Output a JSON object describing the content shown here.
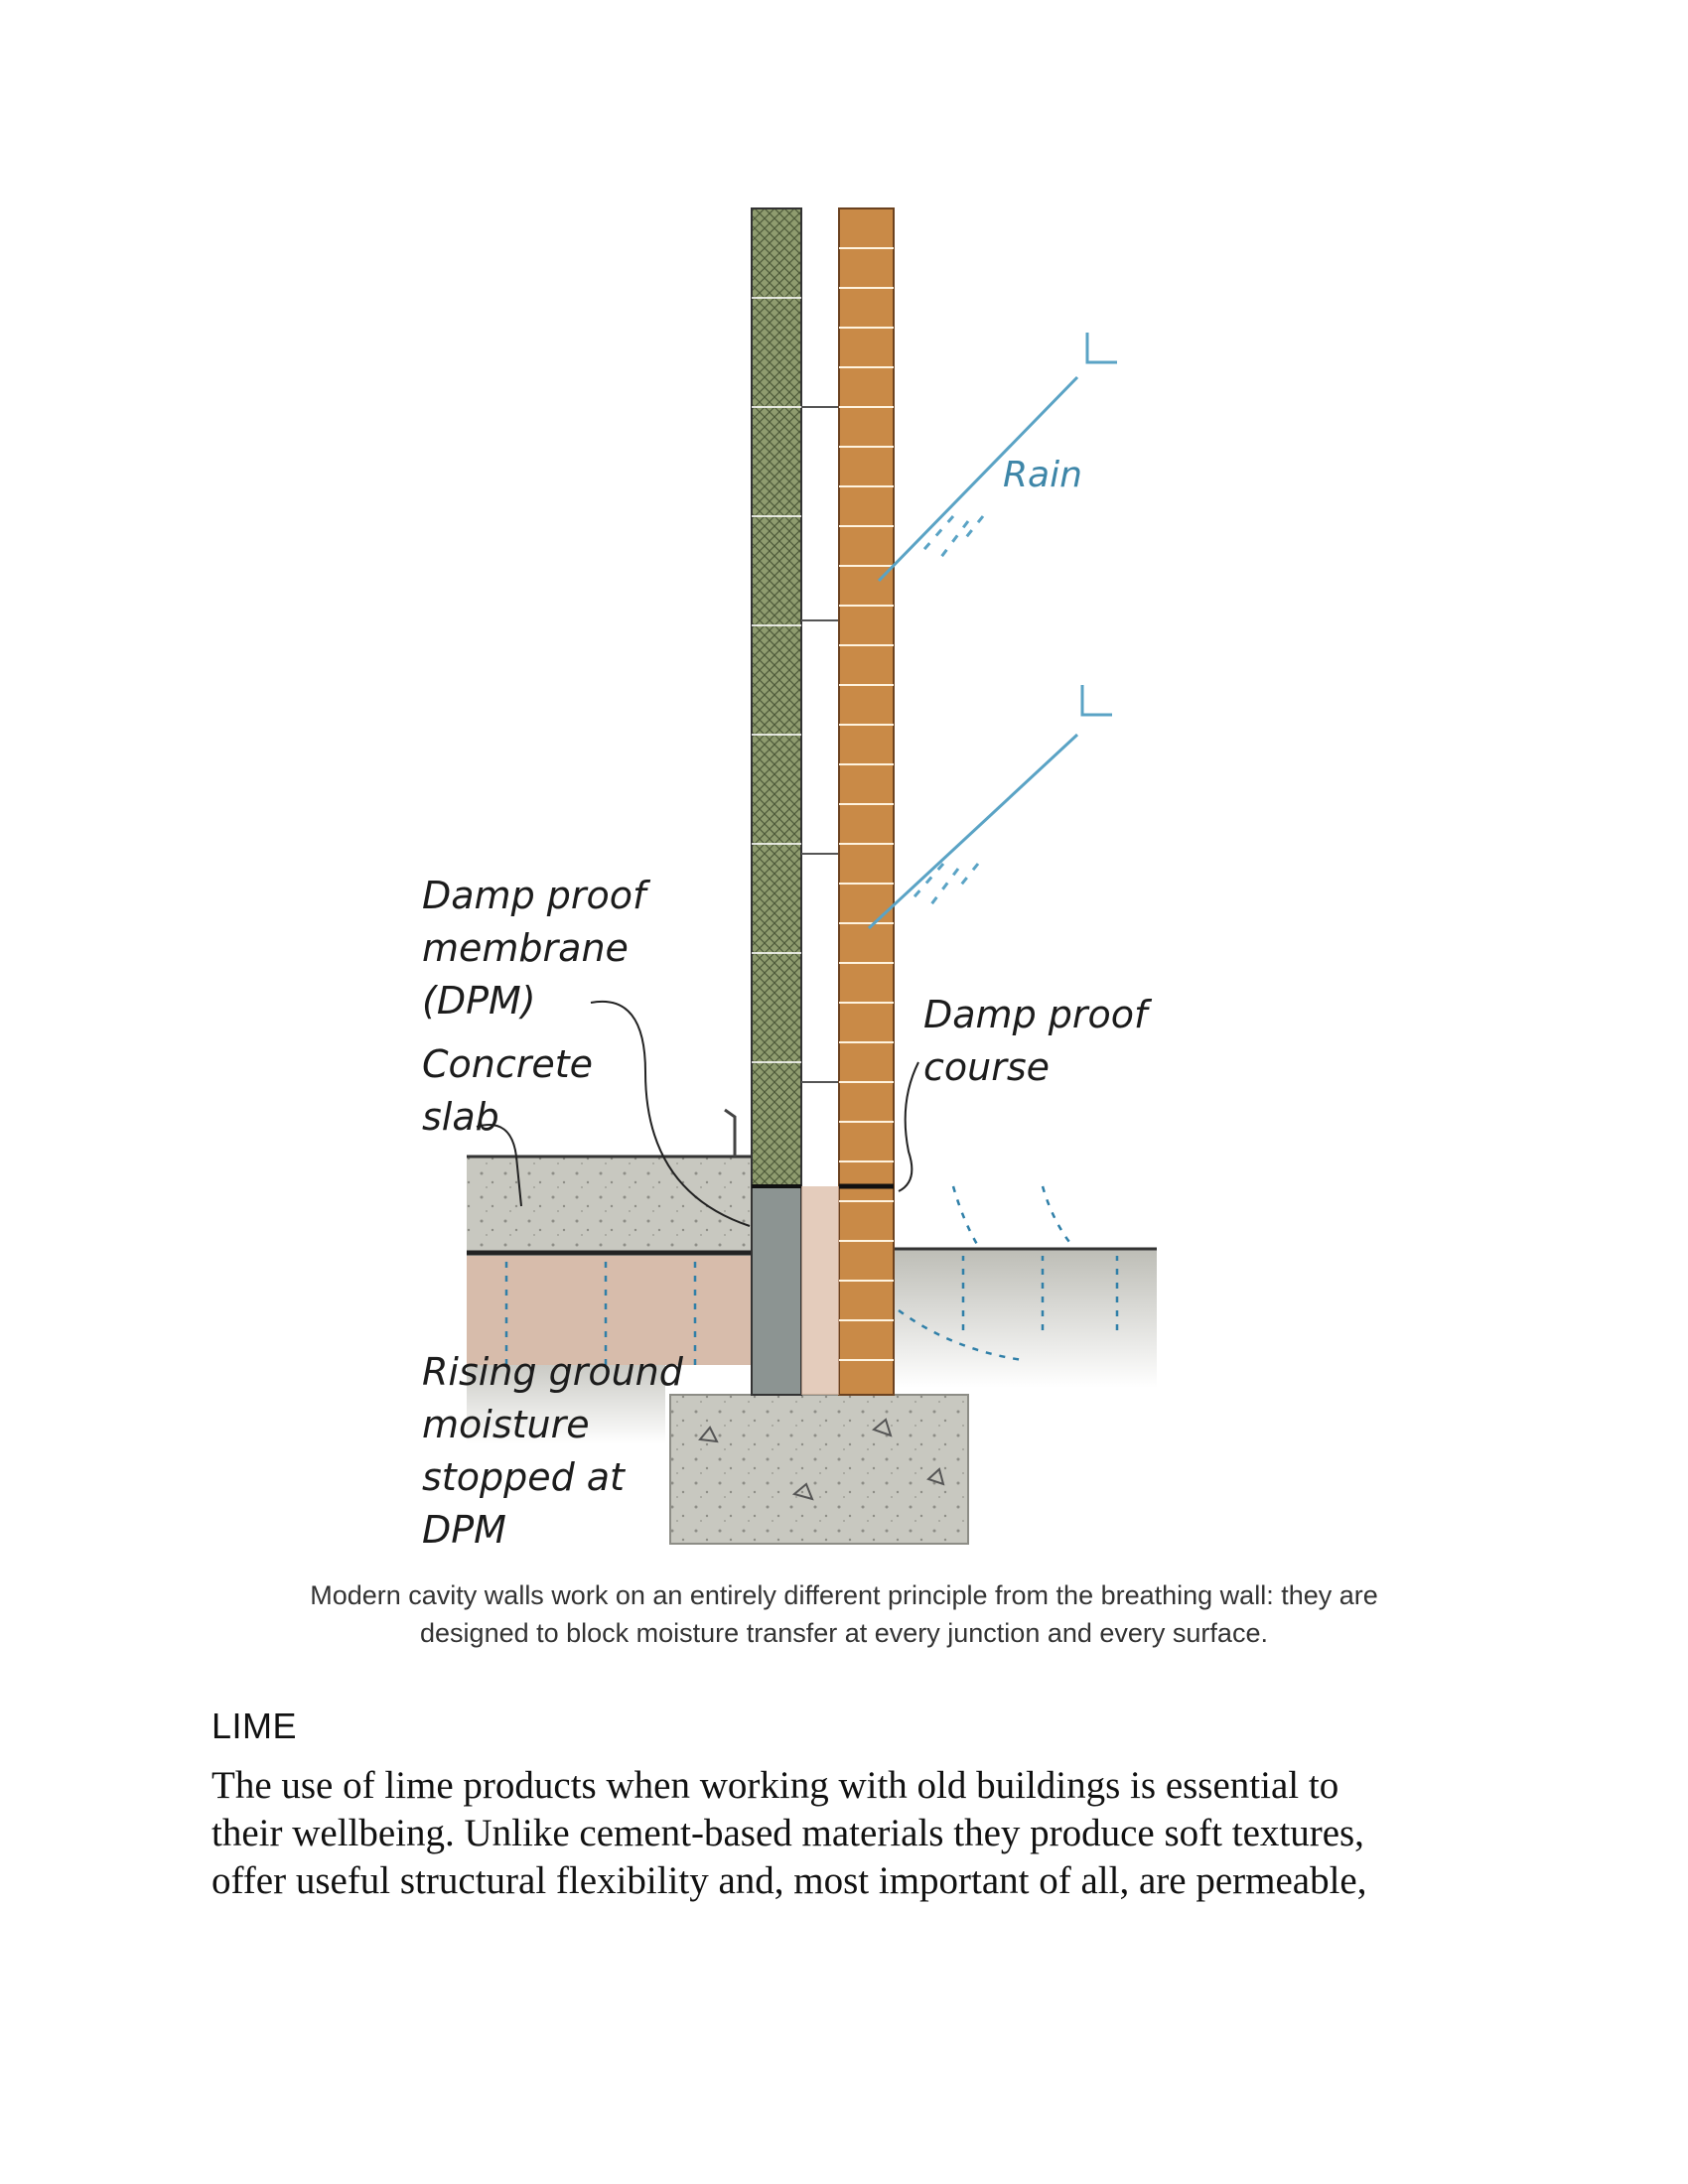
{
  "figure": {
    "labels": {
      "dpm": [
        "Damp proof",
        "membrane",
        "(DPM)"
      ],
      "slab": [
        "Concrete",
        "slab"
      ],
      "dpc": [
        "Damp proof",
        "course"
      ],
      "rain": "Rain",
      "rising": [
        "Rising ground",
        "moisture",
        "stopped at",
        "DPM"
      ]
    },
    "colors": {
      "brick": "#c98a47",
      "block": "#8a9a6a",
      "concrete": "#c7c7bf",
      "soil": "#c9a893",
      "rain_arrows": "#5aa3c5",
      "moisture_arrows": "#2f7fa8"
    }
  },
  "caption": {
    "line1": "Modern cavity walls work on an entirely different principle from the breathing wall: they are",
    "line2": "designed to block moisture transfer at every junction and every surface."
  },
  "section": {
    "heading": "LIME",
    "body_lines": [
      "The use of lime products when working with old buildings is essential to",
      "their wellbeing. Unlike cement-based materials they produce soft textures,",
      "offer useful structural flexibility and, most important of all, are permeable,"
    ]
  }
}
